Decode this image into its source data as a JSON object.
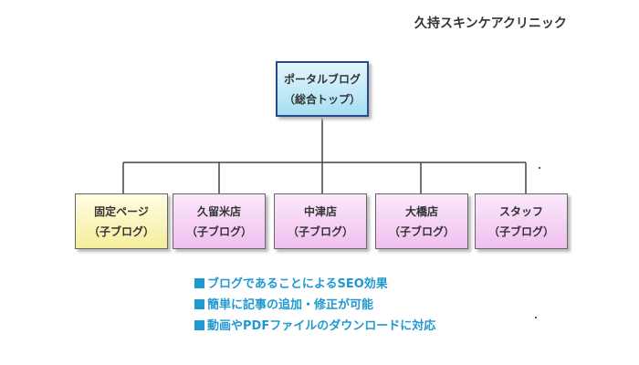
{
  "header": {
    "company_name": "久持スキンケアクリニック"
  },
  "root_node": {
    "line1": "ポータルブログ",
    "line2": "（総合トップ）"
  },
  "child_nodes": [
    {
      "name": "固定ページ",
      "sub": "（子ブログ）"
    },
    {
      "name": "久留米店",
      "sub": "（子ブログ）"
    },
    {
      "name": "中津店",
      "sub": "（子ブログ）"
    },
    {
      "name": "大橋店",
      "sub": "（子ブログ）"
    },
    {
      "name": "スタッフ",
      "sub": "（子ブログ）"
    }
  ],
  "features": [
    "ブログであることによるSEO効果",
    "簡単に記事の追加・修正が可能",
    "動画やPDFファイルのダウンロードに対応"
  ],
  "colors": {
    "root_fill": "#a7dff2",
    "root_border": "#2a4a8c",
    "fixed_page_fill": "#f5ee9c",
    "child_fill": "#f0c0f0",
    "feature_text": "#1f99cf"
  }
}
